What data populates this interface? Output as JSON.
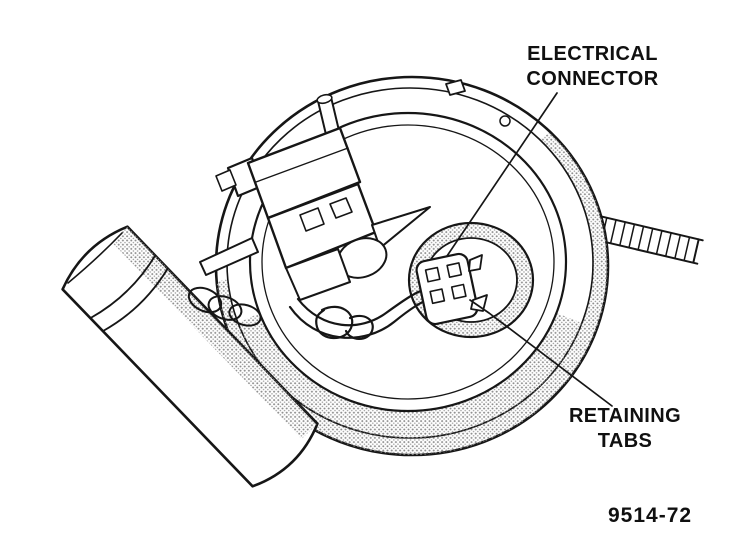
{
  "figure": {
    "labels": {
      "electrical_connector": {
        "line1": "ELECTRICAL",
        "line2": "CONNECTOR"
      },
      "retaining_tabs": {
        "line1": "RETAINING",
        "line2": "TABS"
      }
    },
    "figure_number": "9514-72",
    "colors": {
      "line": "#161616",
      "shading_dot": "#8d8d8d",
      "background": "#ffffff"
    },
    "parts": [
      "pump-flange-ring",
      "connector-receptacle",
      "electrical-connector-plug",
      "retaining-tabs",
      "wiring-harness",
      "pump-cylinder",
      "corrugated-hose",
      "connector-assembly"
    ]
  }
}
